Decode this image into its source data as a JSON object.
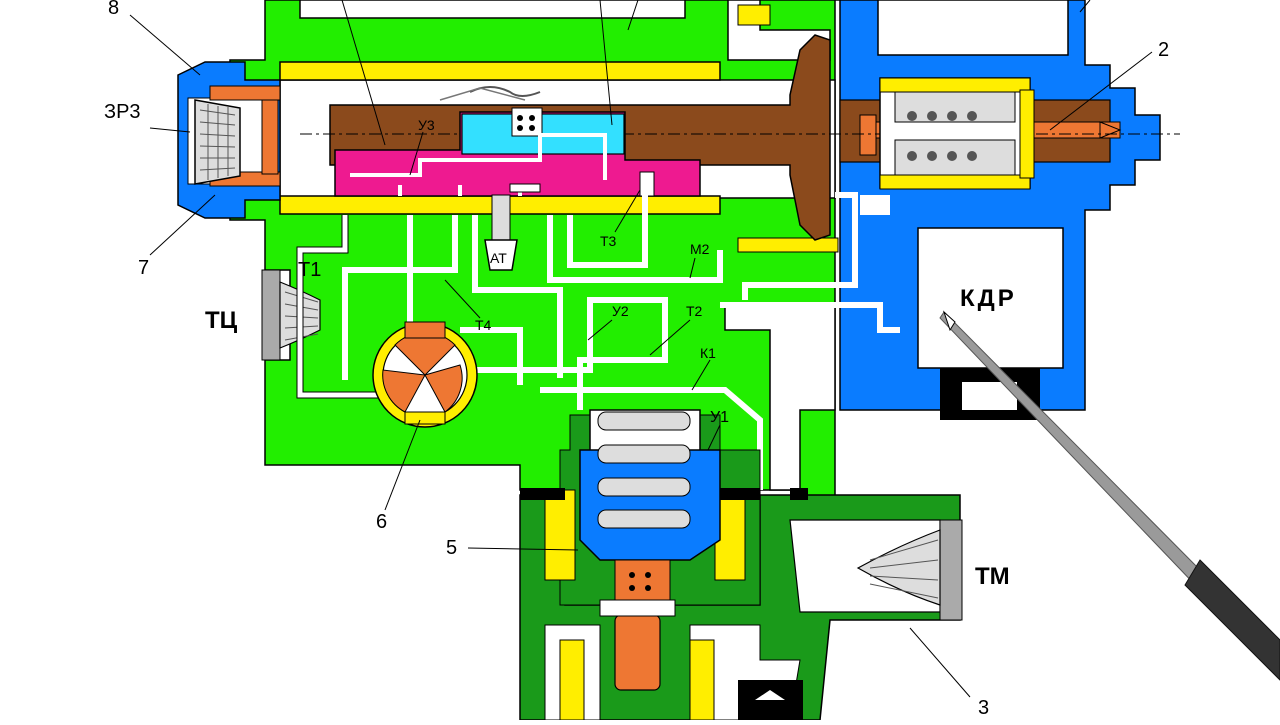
{
  "diagram": {
    "labels": {
      "n8": "8",
      "n2": "2",
      "zr3": "ЗР3",
      "n7": "7",
      "t1": "Т1",
      "tc": "ТЦ",
      "u3": "У3",
      "at": "АТ",
      "t3": "Т3",
      "m2": "М2",
      "kdr": "КДР",
      "t4": "Т4",
      "u2": "У2",
      "t2": "Т2",
      "k1": "К1",
      "u1": "У1",
      "n6": "6",
      "n5": "5",
      "tm": "ТМ",
      "n3": "3"
    },
    "colors": {
      "green": "#22ee00",
      "dark_green": "#1a9a1a",
      "blue": "#0a7cff",
      "brown": "#8b4a1c",
      "yellow": "#ffee00",
      "magenta": "#ee1a90",
      "cyan": "#33e0ff",
      "orange": "#ee7733",
      "white": "#ffffff",
      "black": "#000000",
      "pointer": "#8a8a8a"
    }
  }
}
